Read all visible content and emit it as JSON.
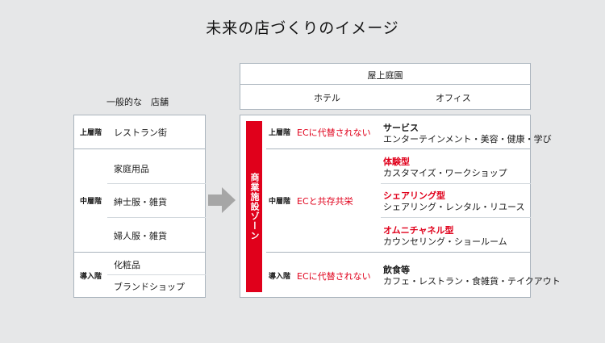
{
  "title": "未来の店づくりのイメージ",
  "left": {
    "header": "一般的な　店舗",
    "upper_label": "上層階",
    "upper_items": [
      "レストラン街"
    ],
    "middle_label": "中層階",
    "middle_items": [
      "家庭用品",
      "紳士服・雑貨",
      "婦人服・雑貨"
    ],
    "entry_label": "導入階",
    "entry_items": [
      "化粧品",
      "ブランドショップ"
    ]
  },
  "rooftop": {
    "title": "屋上庭園",
    "items": [
      "ホテル",
      "オフィス"
    ]
  },
  "commercial": {
    "zone_label": "商業施設ゾーン",
    "rows": [
      {
        "level": "上層階",
        "policy": "ECに代替されない",
        "items": [
          {
            "head": "サービス",
            "desc": "エンターテインメント・美容・健康・学び"
          }
        ]
      },
      {
        "level": "中層階",
        "policy": "ECと共存共栄",
        "items": [
          {
            "head": "体験型",
            "desc": "カスタマイズ・ワークショップ"
          },
          {
            "head": "シェアリング型",
            "desc": "シェアリング・レンタル・リユース"
          },
          {
            "head": "オムニチャネル型",
            "desc": "カウンセリング・ショールーム"
          }
        ]
      },
      {
        "level": "導入階",
        "policy": "ECに代替されない",
        "items": [
          {
            "head": "飲食等",
            "desc": "カフェ・レストラン・食雑貨・テイクアウト"
          }
        ]
      }
    ]
  },
  "colors": {
    "accent_red": "#e0001b",
    "border": "#aab4bd",
    "arrow": "#a6a6a6",
    "background": "#e6e7e8"
  }
}
